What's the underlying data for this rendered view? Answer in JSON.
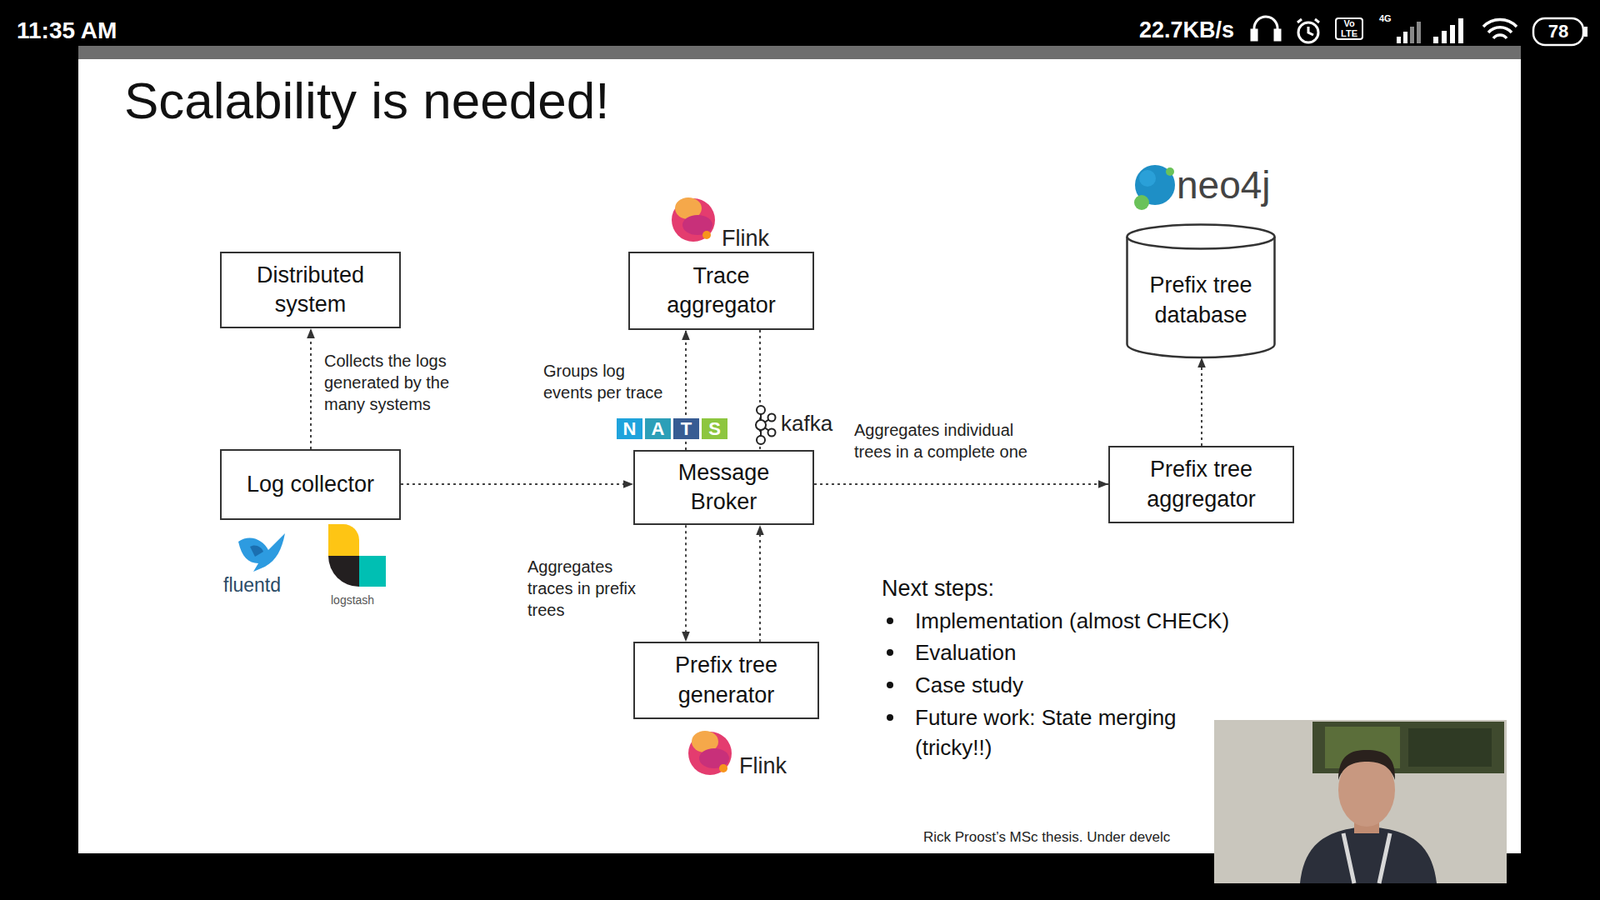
{
  "diagram": {
    "title": "Scalability is needed!",
    "nodes": [
      {
        "text": [
          "Distributed system"
        ]
      },
      {
        "text": [
          "Trace aggregator"
        ]
      },
      {
        "text": [
          "Prefix tree database"
        ]
      },
      {
        "text": [
          "Log collector"
        ]
      },
      {
        "text": [
          "Message Broker"
        ]
      },
      {
        "text": [
          "Prefix tree aggregator"
        ]
      },
      {
        "text": [
          "Prefix tree generator"
        ]
      }
    ],
    "edges": [
      {
        "from": 3,
        "to": 0,
        "label": "Collects the logs generated by the many systems",
        "arrow": "to"
      },
      {
        "from": 3,
        "to": 4,
        "arrow": "to"
      },
      {
        "from": 4,
        "to": 1,
        "label": "Groups log events per trace",
        "arrow": "to"
      },
      {
        "from": 1,
        "to": 4,
        "arrow": "none"
      },
      {
        "from": 4,
        "to": 6,
        "label": "Aggregates traces in prefix trees",
        "arrow": "to"
      },
      {
        "from": 6,
        "to": 4,
        "arrow": "to"
      },
      {
        "from": 4,
        "to": 5,
        "label": "Aggregates individual trees in a complete one",
        "arrow": "to"
      },
      {
        "from": 5,
        "to": 2,
        "arrow": "to"
      }
    ],
    "labels": [
      "11:35 AM",
      "22.7KB/s",
      "Vo LTE",
      "4G",
      "78",
      "Flink",
      "neo4j",
      "NATS",
      "kafka",
      "fluentd",
      "logstash",
      "Flink",
      "Next steps:",
      "Implementation (almost CHECK)",
      "Evaluation",
      "Case study",
      "Future work: State merging (tricky!!)",
      "Rick Proost’s MSc thesis. Under develc"
    ]
  }
}
